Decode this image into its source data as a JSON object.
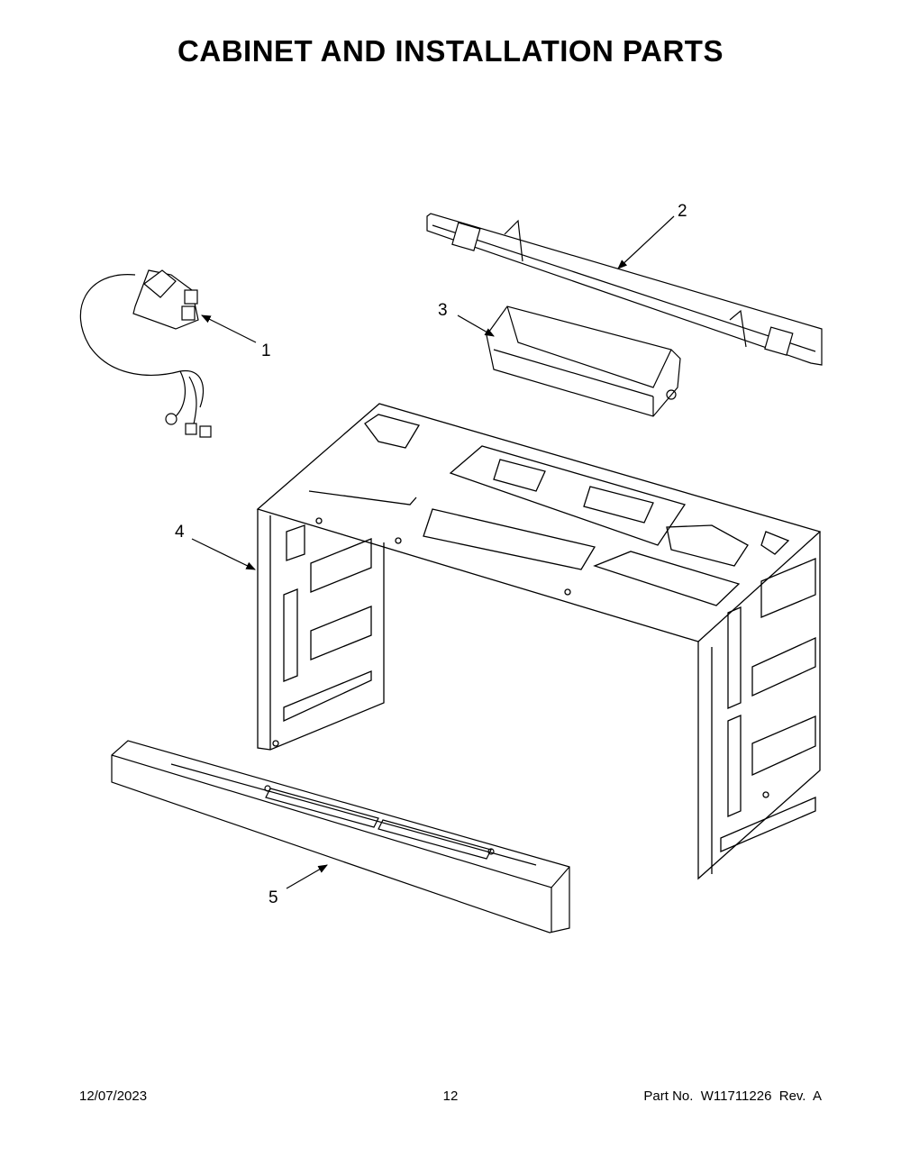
{
  "page": {
    "title": "CABINET AND INSTALLATION PARTS"
  },
  "callouts": [
    {
      "id": "1",
      "label": "1"
    },
    {
      "id": "2",
      "label": "2"
    },
    {
      "id": "3",
      "label": "3"
    },
    {
      "id": "4",
      "label": "4"
    },
    {
      "id": "5",
      "label": "5"
    }
  ],
  "footer": {
    "date": "12/07/2023",
    "page_number": "12",
    "part_number": "Part No.  W11711226  Rev.  A"
  },
  "colors": {
    "line": "#000000",
    "background": "#ffffff"
  }
}
